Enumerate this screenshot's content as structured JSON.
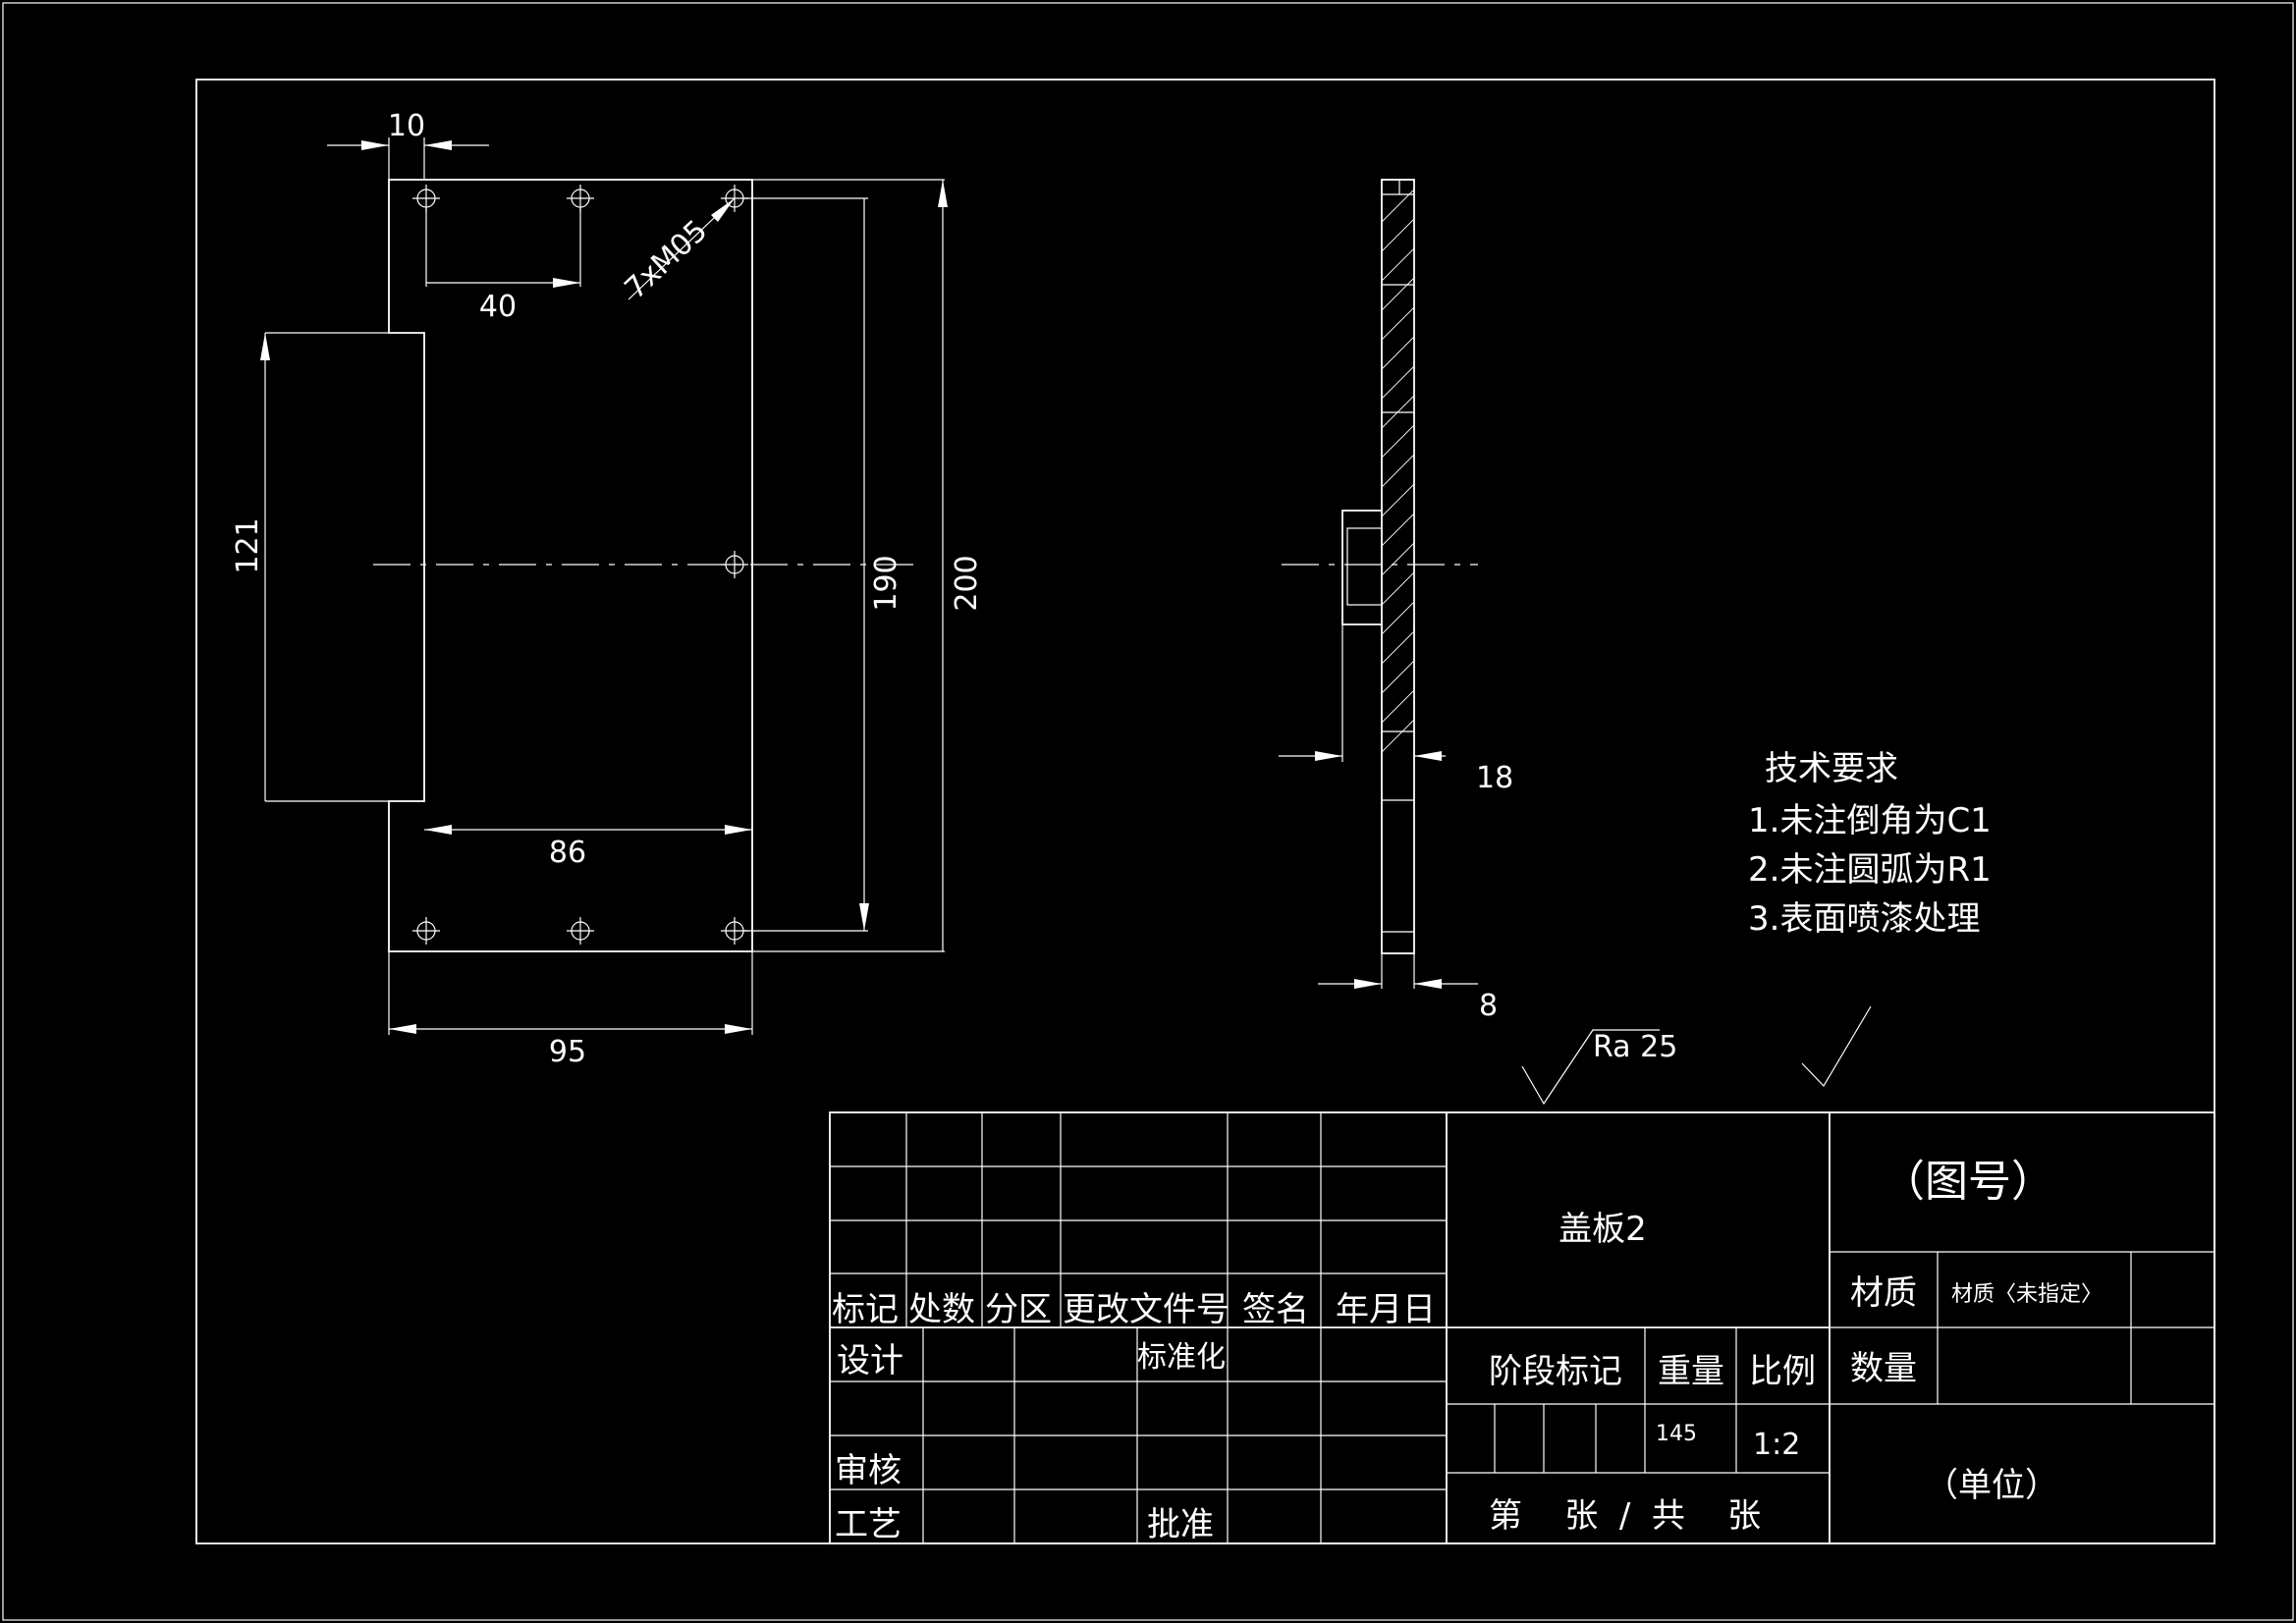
{
  "front_view": {
    "dimensions": {
      "d10": "10",
      "d40": "40",
      "holes": "7xM05",
      "d121": "121",
      "d190": "190",
      "d200": "200",
      "d86": "86",
      "d95": "95"
    }
  },
  "side_view": {
    "dimensions": {
      "d18": "18",
      "d8": "8"
    }
  },
  "surface_finish": {
    "label": "Ra  25"
  },
  "tech_requirements": {
    "title": "技术要求",
    "items": [
      "1.未注倒角为C1",
      "2.未注圆弧为R1",
      "3.表面喷漆处理"
    ]
  },
  "title_block": {
    "part_name": "盖板2",
    "drawing_no": "（图号）",
    "material_label": "材质",
    "material_value": "材质〈未指定〉",
    "quantity_label": "数量",
    "unit": "（单位）",
    "stage_mark": "阶段标记",
    "weight_label": "重量",
    "scale_label": "比例",
    "weight_value": "145",
    "scale_value": "1:2",
    "sheet_info": "第    张  /  共    张",
    "revision_headers": [
      "标记",
      "处数",
      "分区",
      "更改文件号",
      "签名",
      "年月日"
    ],
    "design": "设计",
    "standardization": "标准化",
    "review": "审核",
    "process": "工艺",
    "approval": "批准"
  },
  "colors": {
    "background": "#000000",
    "lines": "#ffffff"
  }
}
